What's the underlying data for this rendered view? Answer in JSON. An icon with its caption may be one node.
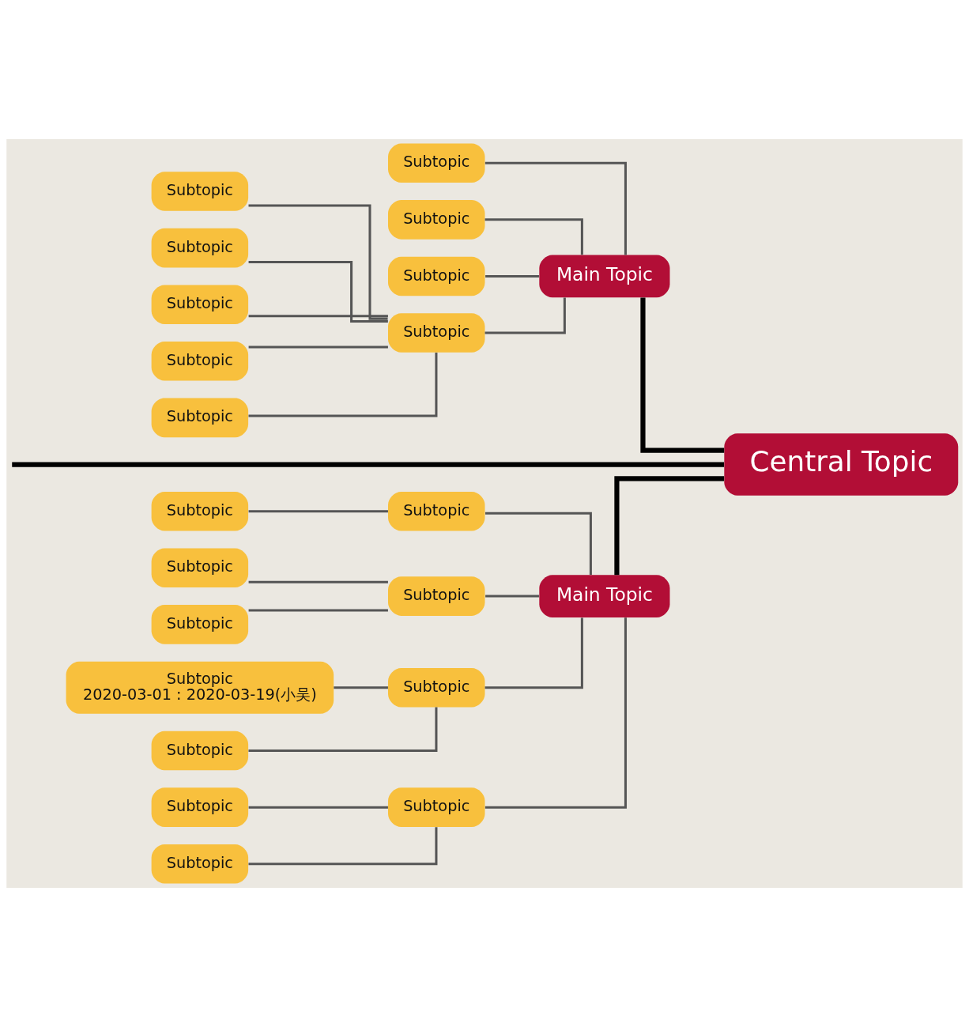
{
  "diagram": {
    "nodes": [
      {
        "text": [
          "Main Topic"
        ]
      },
      {
        "text": [
          "Subtopic"
        ]
      },
      {
        "text": [
          "Subtopic"
        ]
      },
      {
        "text": [
          "Subtopic"
        ]
      },
      {
        "text": [
          "Subtopic"
        ]
      },
      {
        "text": [
          "Subtopic"
        ]
      },
      {
        "text": [
          "Subtopic"
        ]
      },
      {
        "text": [
          "Subtopic"
        ]
      },
      {
        "text": [
          "Subtopic"
        ]
      },
      {
        "text": [
          "Subtopic"
        ]
      },
      {
        "text": [
          "Central Topic"
        ]
      },
      {
        "text": [
          "Subtopic"
        ]
      },
      {
        "text": [
          "Subtopic"
        ]
      },
      {
        "text": [
          "Subtopic"
        ]
      },
      {
        "text": [
          "Subtopic"
        ]
      },
      {
        "text": [
          "Subtopic"
        ]
      },
      {
        "text": [
          "Subtopic",
          "2020-03-01 : 2020-03-19(小吴)"
        ]
      },
      {
        "text": [
          "Subtopic"
        ]
      },
      {
        "text": [
          "Subtopic"
        ]
      },
      {
        "text": [
          "Subtopic"
        ]
      },
      {
        "text": [
          "Subtopic"
        ]
      },
      {
        "text": [
          "Subtopic"
        ]
      },
      {
        "text": [
          "Main Topic"
        ]
      }
    ],
    "edges": [
      {
        "from": 10,
        "to": 0,
        "arrow": "none",
        "style": "thick",
        "color": "#000000"
      },
      {
        "from": null,
        "to": 10,
        "arrow": "none",
        "style": "thick",
        "color": "#000000"
      },
      {
        "from": 10,
        "to": 22,
        "arrow": "none",
        "style": "thick",
        "color": "#000000"
      },
      {
        "from": 0,
        "to": 1,
        "arrow": "none"
      },
      {
        "from": 0,
        "to": 2,
        "arrow": "none"
      },
      {
        "from": 0,
        "to": 3,
        "arrow": "none"
      },
      {
        "from": 0,
        "to": 7,
        "arrow": "none"
      },
      {
        "from": 7,
        "to": 4,
        "arrow": "none"
      },
      {
        "from": 7,
        "to": 5,
        "arrow": "none"
      },
      {
        "from": 7,
        "to": 6,
        "arrow": "none"
      },
      {
        "from": 7,
        "to": 8,
        "arrow": "none"
      },
      {
        "from": 7,
        "to": 9,
        "arrow": "none"
      },
      {
        "from": 22,
        "to": 12,
        "arrow": "none"
      },
      {
        "from": 12,
        "to": 11,
        "arrow": "none"
      },
      {
        "from": 22,
        "to": 14,
        "arrow": "none"
      },
      {
        "from": 14,
        "to": 13,
        "arrow": "none"
      },
      {
        "from": 14,
        "to": 15,
        "arrow": "none"
      },
      {
        "from": 22,
        "to": 17,
        "arrow": "none"
      },
      {
        "from": 17,
        "to": 16,
        "arrow": "none"
      },
      {
        "from": 17,
        "to": 18,
        "arrow": "none"
      },
      {
        "from": 22,
        "to": 20,
        "arrow": "none"
      },
      {
        "from": 20,
        "to": 19,
        "arrow": "none"
      },
      {
        "from": 20,
        "to": 21,
        "arrow": "none"
      }
    ]
  }
}
